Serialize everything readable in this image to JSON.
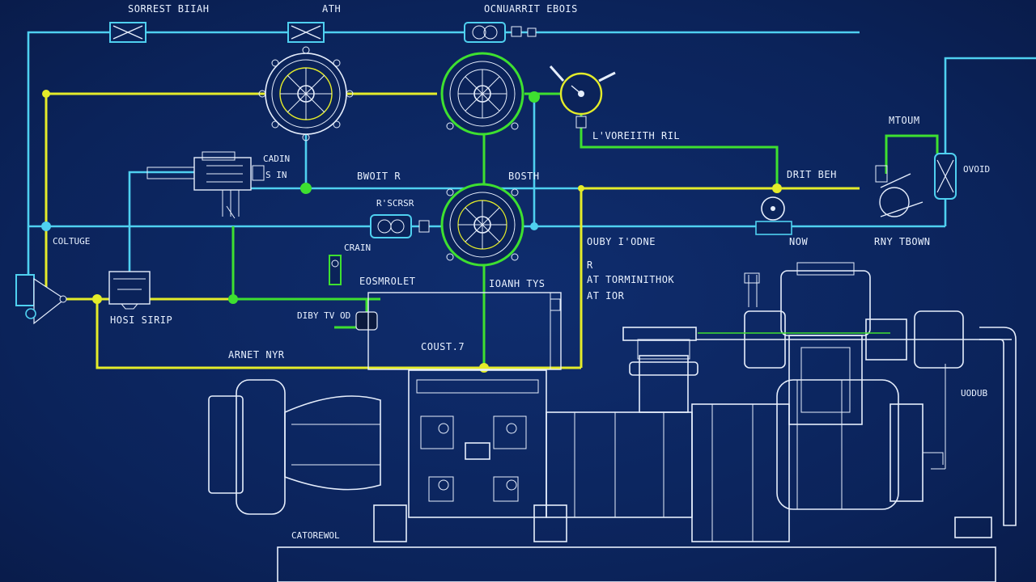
{
  "colors": {
    "background": "#0b235a",
    "cyan_line": "#4fd0f0",
    "yellow_line": "#e4ec2a",
    "green_line": "#3ee030",
    "drawing_white": "#e6eefc"
  },
  "labels": {
    "top_left": "SORREST BIIAH",
    "top_mid": "ATH",
    "top_right": "OCNUARRIT EBOIS",
    "cadin": "CADIN",
    "cadin_sub": "S IN",
    "bwoit": "BWOIT R",
    "bosth": "BOSTH",
    "arcrsn": "R'SCRSR",
    "lvalve": "L'VOREIITH RIL",
    "mtom": "MTOUM",
    "ovoid": "OVOID",
    "drit_beh": "DRIT BEH",
    "coltug": "COLTUGE",
    "crain": "CRAIN",
    "ouby": "OUBY I'ODNE",
    "rny": "RNY TBOWN",
    "now": "NOW",
    "eosmrol": "EOSMROLET",
    "ioanaty": "IOANH TYS",
    "rtor_a": "R",
    "rtor_b": "AT TORMINITHOK",
    "rtor_c": "AT IOR",
    "hoist": "HOSI SIRIP",
    "diby": "DIBY TV OD",
    "armet": "ARNET NYR",
    "coust": "COUST.7",
    "uodub": "UODUB",
    "bottom": "CATOREWOL"
  },
  "icons": {
    "valve": "valve-icon",
    "pump_wheel": "pump-wheel-icon",
    "gauge": "pressure-gauge-icon",
    "motor": "motor-icon",
    "actuator": "actuator-icon"
  }
}
